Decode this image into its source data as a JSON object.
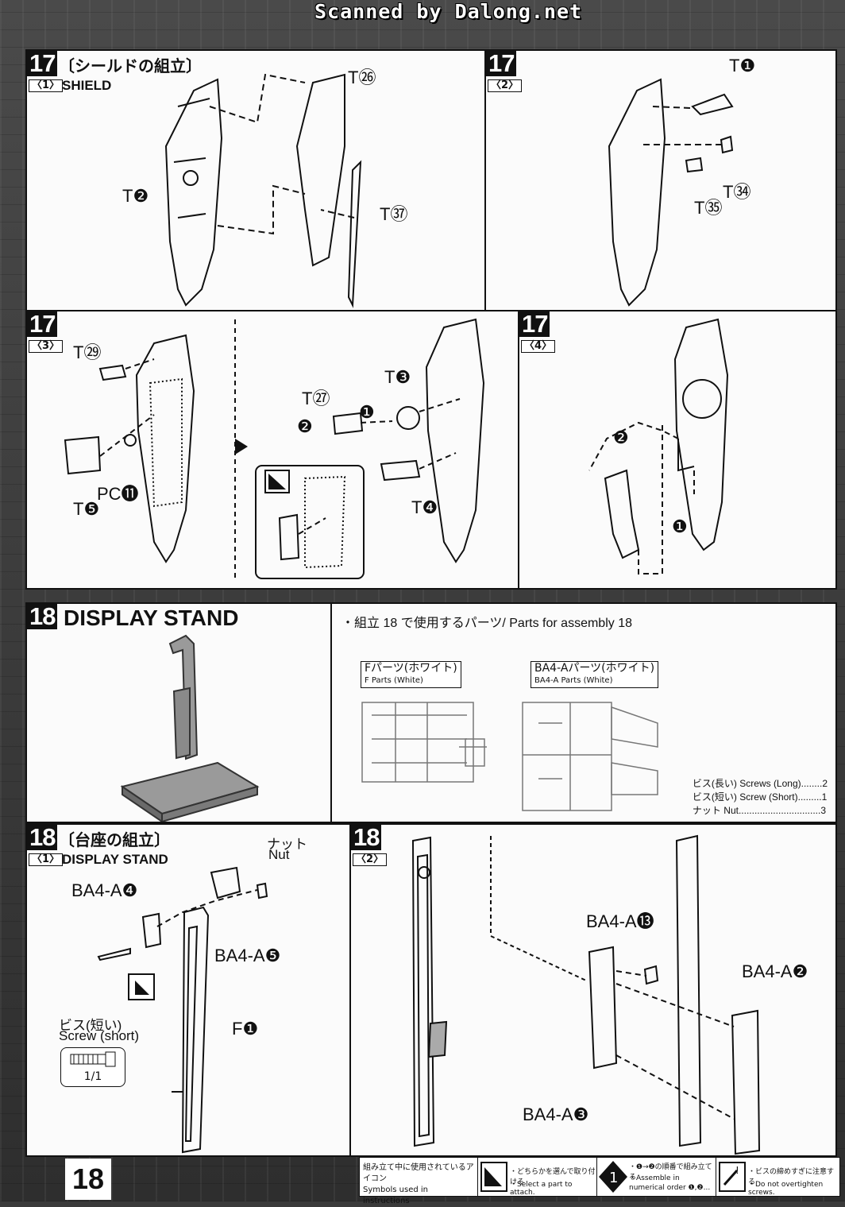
{
  "header": {
    "watermark": "Scanned by Dalong.net"
  },
  "step17": {
    "number": "17",
    "panel1": {
      "substep": "〈1〉",
      "title_jp": "〔シールドの組立〕",
      "title_en": "SHIELD",
      "labels": [
        "T㉖",
        "T❷",
        "T㊲"
      ]
    },
    "panel2": {
      "substep": "〈2〉",
      "labels": [
        "T❶",
        "T㉞",
        "T㉟"
      ]
    },
    "panel3": {
      "substep": "〈3〉",
      "labels": [
        "T㉙",
        "PC⓫",
        "T❺",
        "T㉗",
        "T❸",
        "T❹"
      ],
      "order": [
        "❶",
        "❷"
      ]
    },
    "panel4": {
      "substep": "〈4〉",
      "order": [
        "❷",
        "❶"
      ]
    }
  },
  "step18": {
    "number": "18",
    "title": "DISPLAY STAND",
    "parts_heading": "・組立 18 で使用するパーツ/ Parts for assembly 18",
    "runner_f": {
      "jp": "Fパーツ(ホワイト)",
      "en": "F Parts (White)"
    },
    "runner_ba": {
      "jp": "BA4-Aパーツ(ホワイト)",
      "en": "BA4-A Parts (White)"
    },
    "hardware": [
      {
        "jp": "ビス(長い)",
        "en": "Screws (Long)",
        "dots": "........",
        "qty": "2"
      },
      {
        "jp": "ビス(短い)",
        "en": "Screw (Short)",
        "dots": ".........",
        "qty": "1"
      },
      {
        "jp": "ナット",
        "en": "Nut",
        "dots": "...............................",
        "qty": "3"
      }
    ],
    "panel1": {
      "substep": "〈1〉",
      "title_jp": "〔台座の組立〕",
      "title_en": "DISPLAY STAND",
      "labels": {
        "a4": "BA4-A❹",
        "a5": "BA4-A❺",
        "f1": "F❶",
        "nut_jp": "ナット",
        "nut_en": "Nut",
        "screw_jp": "ビス(短い)",
        "screw_en": "Screw (short)",
        "screw_count": "1/1"
      }
    },
    "panel2": {
      "substep": "〈2〉",
      "labels": {
        "a13": "BA4-A⓭",
        "a2": "BA4-A❷",
        "a3": "BA4-A❸"
      }
    }
  },
  "footer": {
    "page": "18",
    "legend_title_jp": "組み立て中に使用されているアイコン",
    "legend_title_en": "Symbols used in instructions",
    "items": [
      {
        "jp": "・どちらかを選んで取り付ける",
        "en": "・Select a part to attach."
      },
      {
        "jp": "・❶→❷の順番で組み立てる",
        "en": "・Assemble in numerical order ❶,❷..."
      },
      {
        "jp": "・ビスの締めすぎに注意する",
        "en": "・Do not overtighten screws."
      }
    ]
  }
}
